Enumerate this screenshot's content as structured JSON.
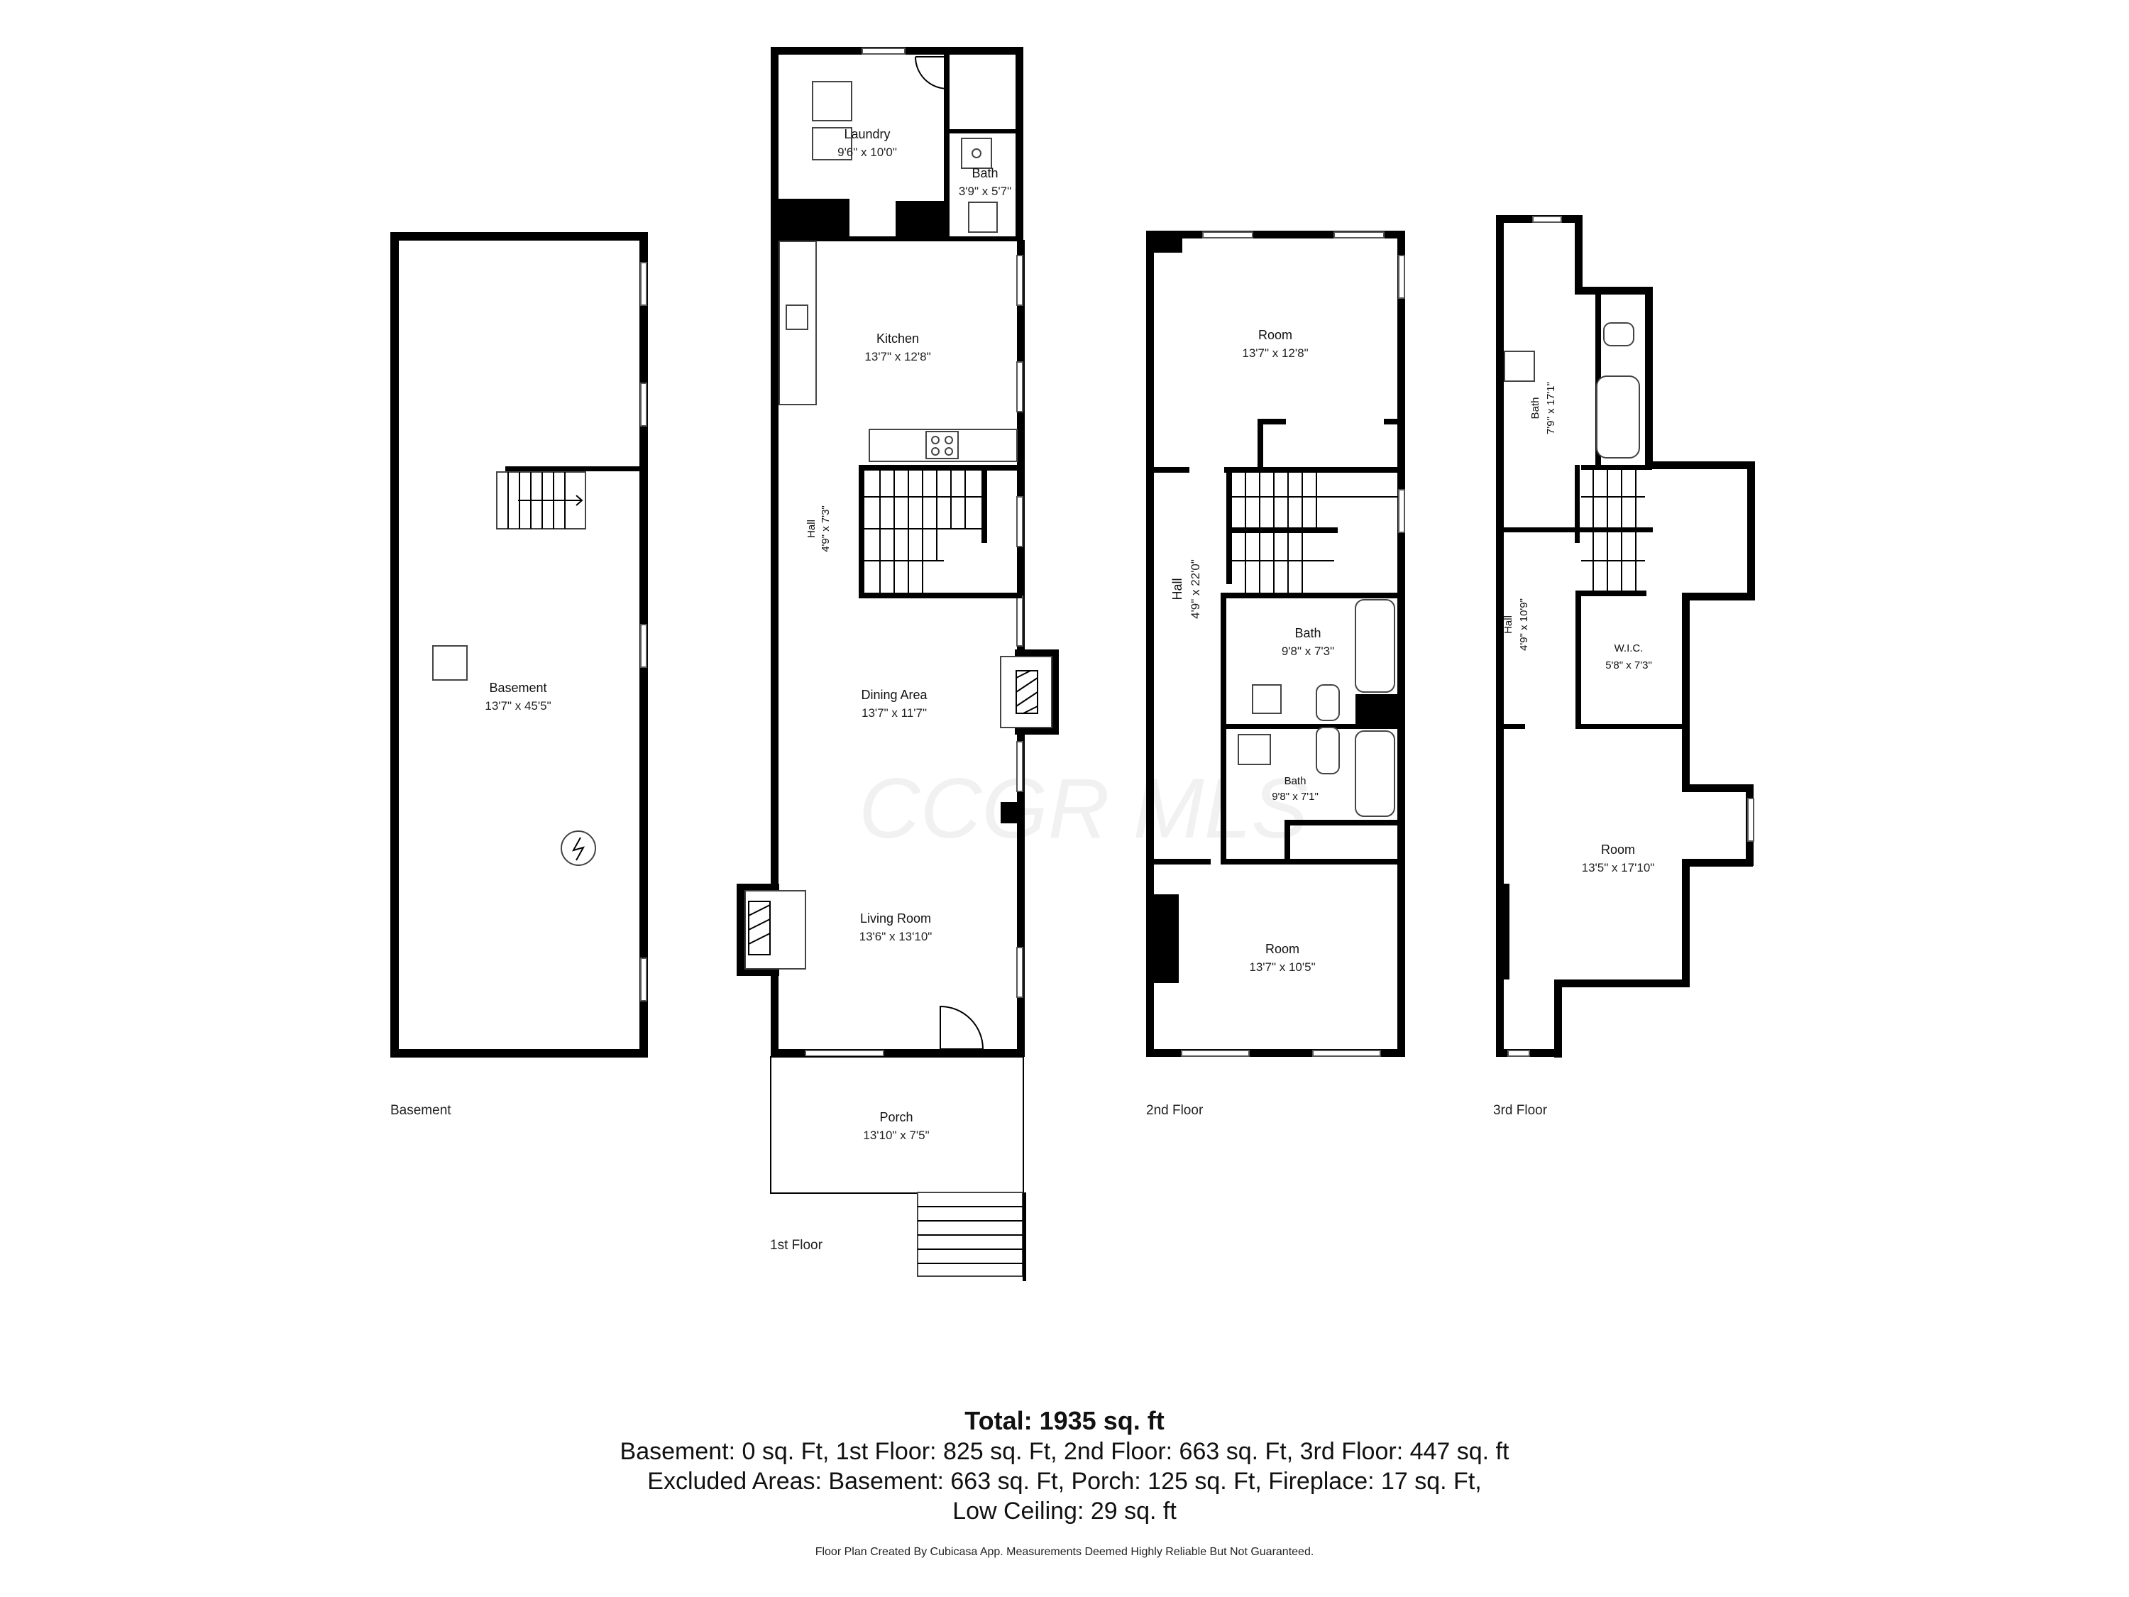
{
  "floors": {
    "basement": {
      "label": "Basement",
      "rooms": [
        {
          "name": "Basement",
          "dims": "13'7\" x 45'5\""
        }
      ]
    },
    "first": {
      "label": "1st Floor",
      "rooms": [
        {
          "name": "Laundry",
          "dims": "9'6\" x 10'0\""
        },
        {
          "name": "Bath",
          "dims": "3'9\" x 5'7\""
        },
        {
          "name": "Kitchen",
          "dims": "13'7\" x 12'8\""
        },
        {
          "name": "Hall",
          "dims": "4'9\" x 7'3\""
        },
        {
          "name": "Dining Area",
          "dims": "13'7\" x 11'7\""
        },
        {
          "name": "Living Room",
          "dims": "13'6\" x 13'10\""
        },
        {
          "name": "Porch",
          "dims": "13'10\" x 7'5\""
        }
      ]
    },
    "second": {
      "label": "2nd Floor",
      "rooms": [
        {
          "name": "Room",
          "dims": "13'7\" x 12'8\""
        },
        {
          "name": "Hall",
          "dims": "4'9\" x 22'0\""
        },
        {
          "name": "Bath",
          "dims": "9'8\" x 7'3\""
        },
        {
          "name": "Bath",
          "dims": "9'8\" x 7'1\""
        },
        {
          "name": "Room",
          "dims": "13'7\" x 10'5\""
        }
      ]
    },
    "third": {
      "label": "3rd Floor",
      "rooms": [
        {
          "name": "Bath",
          "dims": "7'9\" x 17'1\""
        },
        {
          "name": "Hall",
          "dims": "4'9\" x 10'9\""
        },
        {
          "name": "W.I.C.",
          "dims": "5'8\" x 7'3\""
        },
        {
          "name": "Room",
          "dims": "13'5\" x 17'10\""
        }
      ]
    }
  },
  "watermark": "CCGR MLS",
  "summary": {
    "total": "Total: 1935 sq. ft",
    "line1": "Basement: 0 sq. Ft, 1st Floor: 825 sq. Ft, 2nd Floor: 663 sq. Ft, 3rd Floor: 447 sq. ft",
    "line2": "Excluded Areas: Basement: 663 sq. Ft, Porch: 125 sq. Ft, Fireplace: 17 sq. Ft,",
    "line3": "Low Ceiling: 29 sq. ft",
    "disclaimer": "Floor Plan Created By Cubicasa App. Measurements Deemed Highly Reliable But Not Guaranteed."
  }
}
